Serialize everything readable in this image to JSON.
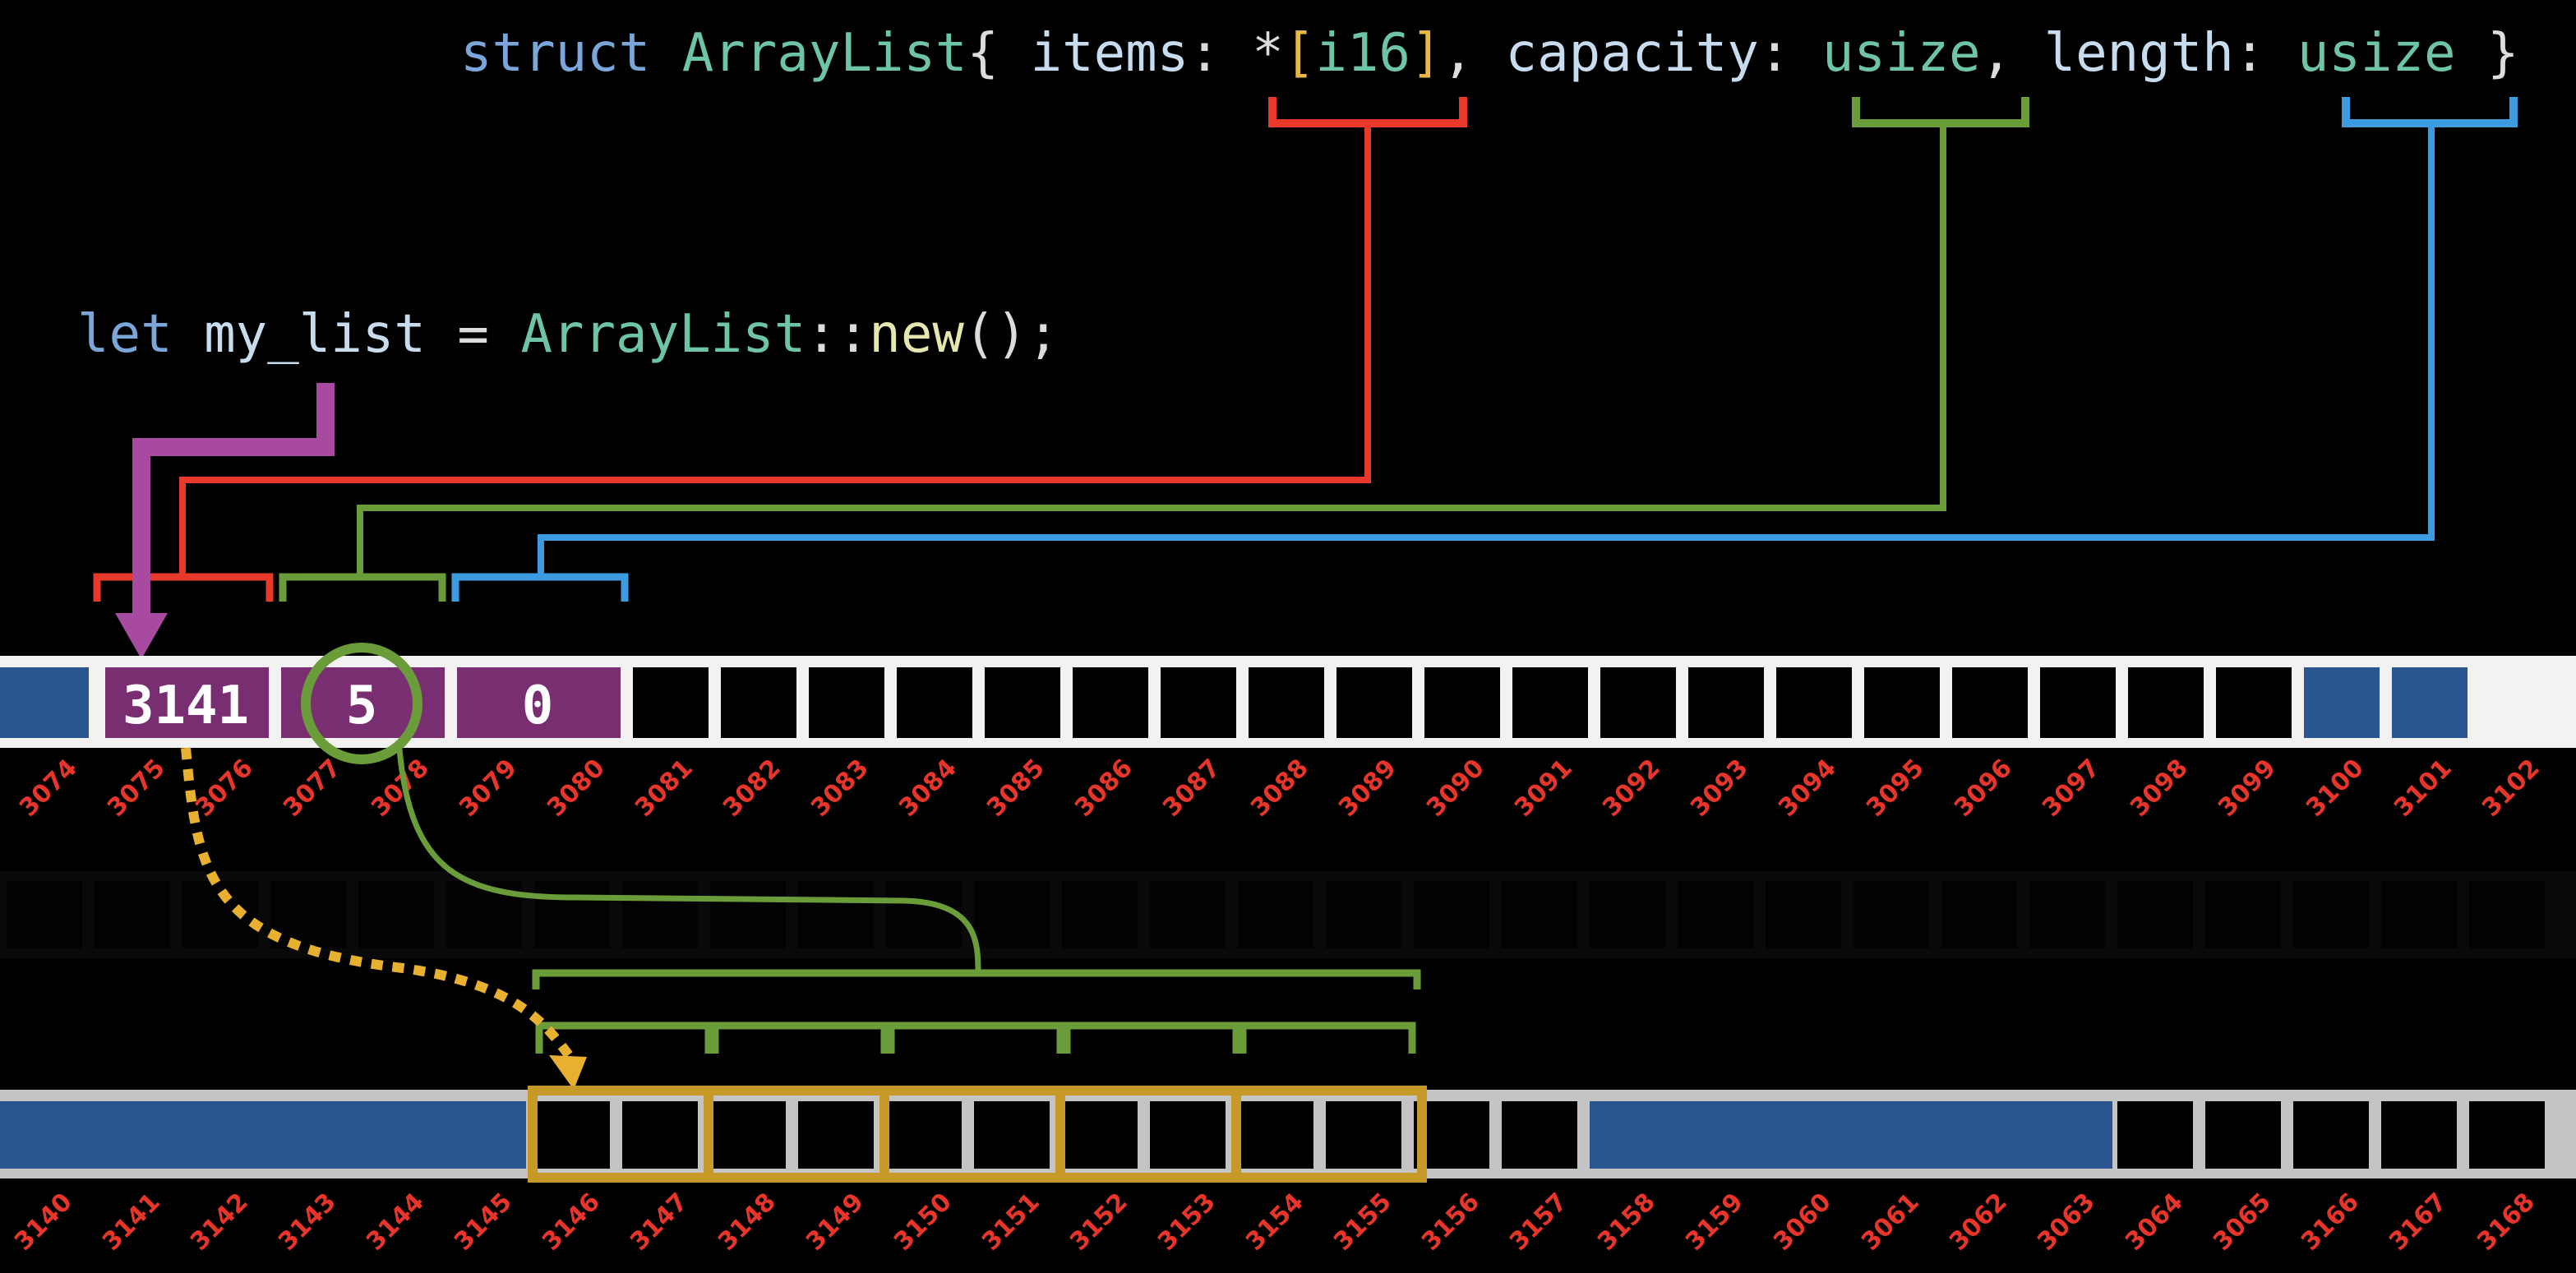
{
  "struct_line": {
    "kw": "struct",
    "type": "ArrayList",
    "open": "{",
    "f1_name": "items",
    "colon1": ":",
    "star": "*",
    "lb": "[",
    "f1_type": "i16",
    "rb": "]",
    "comma1": ",",
    "f2_name": "capacity",
    "colon2": ":",
    "f2_type": "usize",
    "comma2": ",",
    "f3_name": "length",
    "colon3": ":",
    "f3_type": "usize",
    "close": "}"
  },
  "let_line": {
    "kw": "let",
    "var": "my_list",
    "eq": "=",
    "type": "ArrayList",
    "sep": "::",
    "fn": "new",
    "args": "();"
  },
  "stack_values": {
    "items": "3141",
    "capacity": "5",
    "length": "0"
  },
  "row1_addresses": [
    "3074",
    "3075",
    "3076",
    "3077",
    "3078",
    "3079",
    "3080",
    "3081",
    "3082",
    "3083",
    "3084",
    "3085",
    "3086",
    "3087",
    "3088",
    "3089",
    "3090",
    "3091",
    "3092",
    "3093",
    "3094",
    "3095",
    "3096",
    "3097",
    "3098",
    "3099",
    "3100",
    "3101",
    "3102"
  ],
  "row2_addresses": [
    "3140",
    "3141",
    "3142",
    "3143",
    "3144",
    "3145",
    "3146",
    "3147",
    "3148",
    "3149",
    "3150",
    "3151",
    "3152",
    "3153",
    "3154",
    "3155",
    "3156",
    "3157",
    "3158",
    "3159",
    "3060",
    "3061",
    "3062",
    "3063",
    "3064",
    "3065",
    "3166",
    "3167",
    "3168"
  ],
  "colors": {
    "background": "#000000",
    "keyword": "#7aa6da",
    "type": "#6ec4a8",
    "field": "#c8dcf0",
    "punct": "#dcdcdc",
    "bracket": "#e8b842",
    "fn": "#e6e6b0",
    "items_field": "#e8392a",
    "capacity_field": "#6a9d3a",
    "length_field": "#3d9ce0",
    "struct_cell": "#7a2e72",
    "pointer_arrow": "#a84aa0",
    "pointer_dotted": "#e8b030",
    "heap_block": "#c79a28",
    "used_memory": "#2a5590",
    "address_label": "#e8352b"
  }
}
